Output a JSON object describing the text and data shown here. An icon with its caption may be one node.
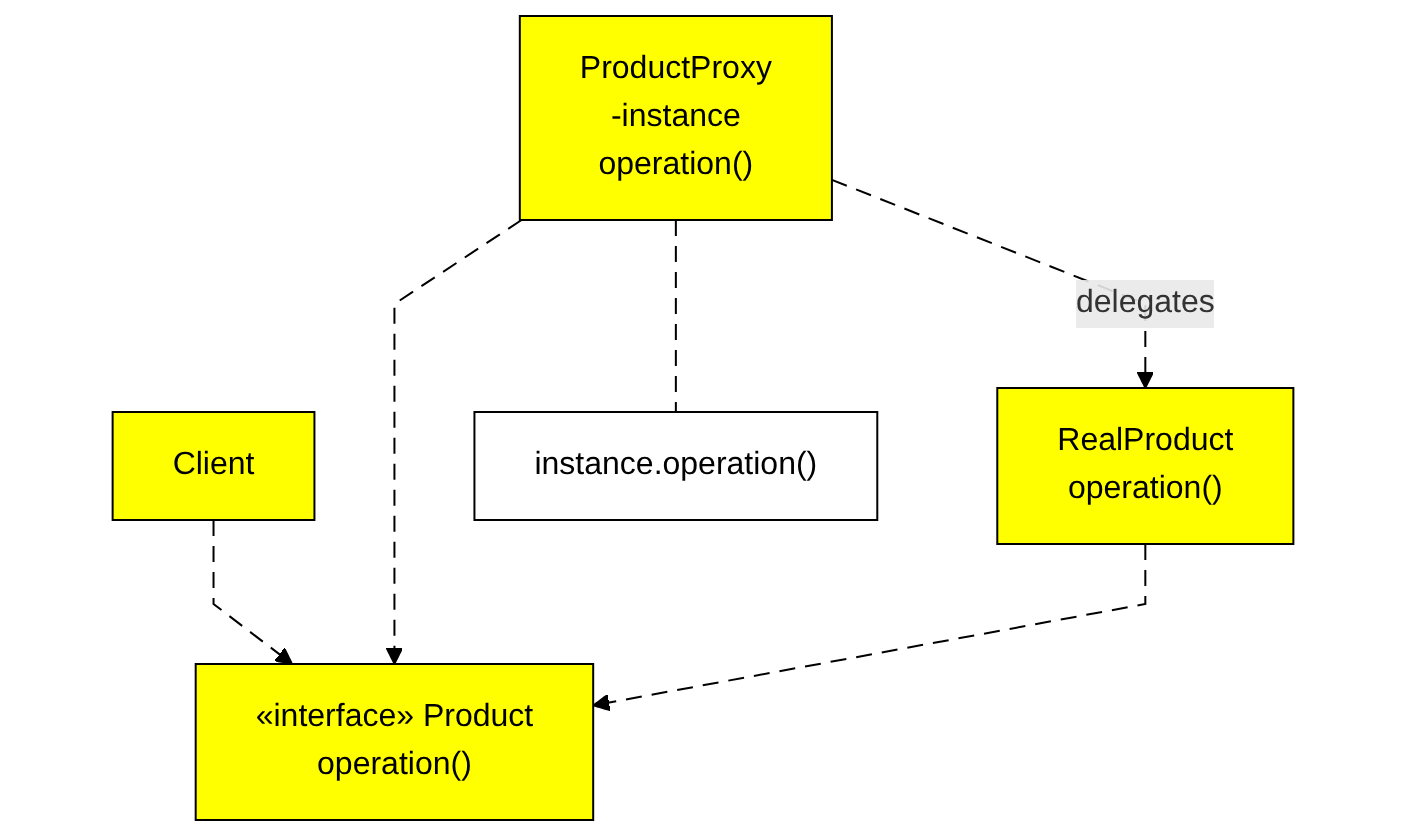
{
  "diagram": {
    "nodes": [
      {
        "text": [
          "Client"
        ]
      },
      {
        "text": [
          "«interface» Product",
          "operation()"
        ]
      },
      {
        "text": [
          "ProductProxy",
          "-instance",
          "operation()"
        ]
      },
      {
        "text": [
          "RealProduct",
          "operation()"
        ]
      },
      {
        "text": [
          "instance.operation()"
        ]
      }
    ],
    "edges": [
      {
        "from": 0,
        "to": 1,
        "arrow": "to",
        "style": "dashed"
      },
      {
        "from": 2,
        "to": 1,
        "arrow": "to",
        "style": "dashed"
      },
      {
        "from": 3,
        "to": 1,
        "arrow": "to",
        "style": "dashed"
      },
      {
        "from": 2,
        "to": 3,
        "arrow": "to",
        "style": "dashed",
        "label": "delegates"
      },
      {
        "from": 2,
        "to": 4,
        "arrow": "none",
        "style": "dashed"
      }
    ]
  }
}
